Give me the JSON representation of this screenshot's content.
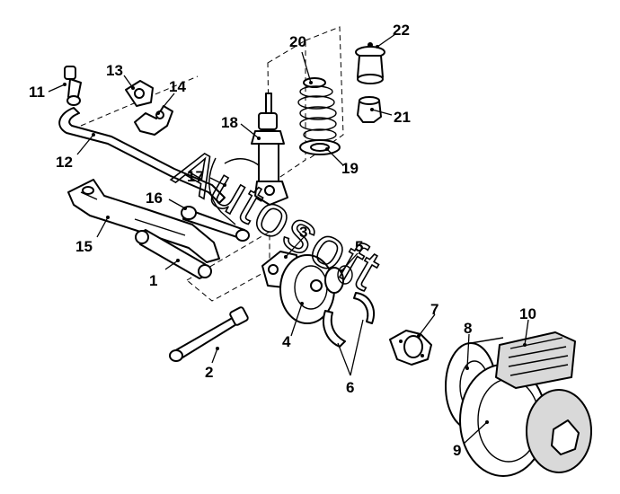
{
  "watermark": "Autosoft",
  "callouts": [
    {
      "id": "1",
      "label": "1"
    },
    {
      "id": "2",
      "label": "2"
    },
    {
      "id": "3",
      "label": "3"
    },
    {
      "id": "4",
      "label": "4"
    },
    {
      "id": "5",
      "label": "5"
    },
    {
      "id": "6",
      "label": "6"
    },
    {
      "id": "7",
      "label": "7"
    },
    {
      "id": "8",
      "label": "8"
    },
    {
      "id": "9",
      "label": "9"
    },
    {
      "id": "10",
      "label": "10"
    },
    {
      "id": "11",
      "label": "11"
    },
    {
      "id": "12",
      "label": "12"
    },
    {
      "id": "13",
      "label": "13"
    },
    {
      "id": "14",
      "label": "14"
    },
    {
      "id": "15",
      "label": "15"
    },
    {
      "id": "16",
      "label": "16"
    },
    {
      "id": "17",
      "label": "17"
    },
    {
      "id": "18",
      "label": "18"
    },
    {
      "id": "19",
      "label": "19"
    },
    {
      "id": "20",
      "label": "20"
    },
    {
      "id": "21",
      "label": "21"
    },
    {
      "id": "22",
      "label": "22"
    }
  ]
}
